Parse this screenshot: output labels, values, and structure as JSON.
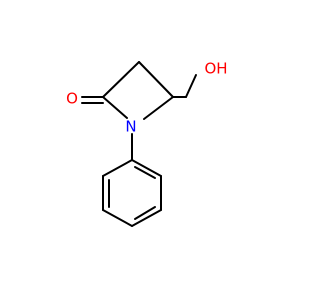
{
  "molecule": {
    "atoms": {
      "carbonyl_oxygen": "O",
      "ring_nitrogen": "N",
      "hydroxyl": "OH"
    },
    "colors": {
      "bond": "#000000",
      "oxygen": "#ff0000",
      "nitrogen": "#0000ff"
    }
  }
}
